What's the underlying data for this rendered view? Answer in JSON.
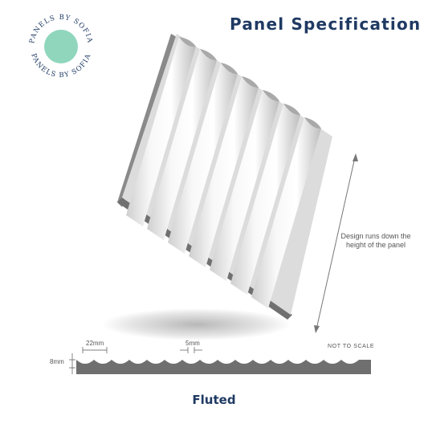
{
  "page": {
    "title": "Panel Specification",
    "caption": "Fluted"
  },
  "logo": {
    "text_top": "PANELS BY SOFIA",
    "text_bottom": "PANELS BY SOFIA",
    "circle_color": "#8fd6bd",
    "text_color": "#1f3a63"
  },
  "annotations": {
    "direction_note": "Design runs down the height of the panel",
    "scale_note": "NOT TO SCALE"
  },
  "dimensions": {
    "flute_width": "22mm",
    "gap": "5mm",
    "depth": "8mm"
  },
  "colors": {
    "title": "#1f3a63",
    "panel_dark": "#7a7a7a",
    "panel_light": "#e6e6e6",
    "profile": "#6f6f6f"
  }
}
